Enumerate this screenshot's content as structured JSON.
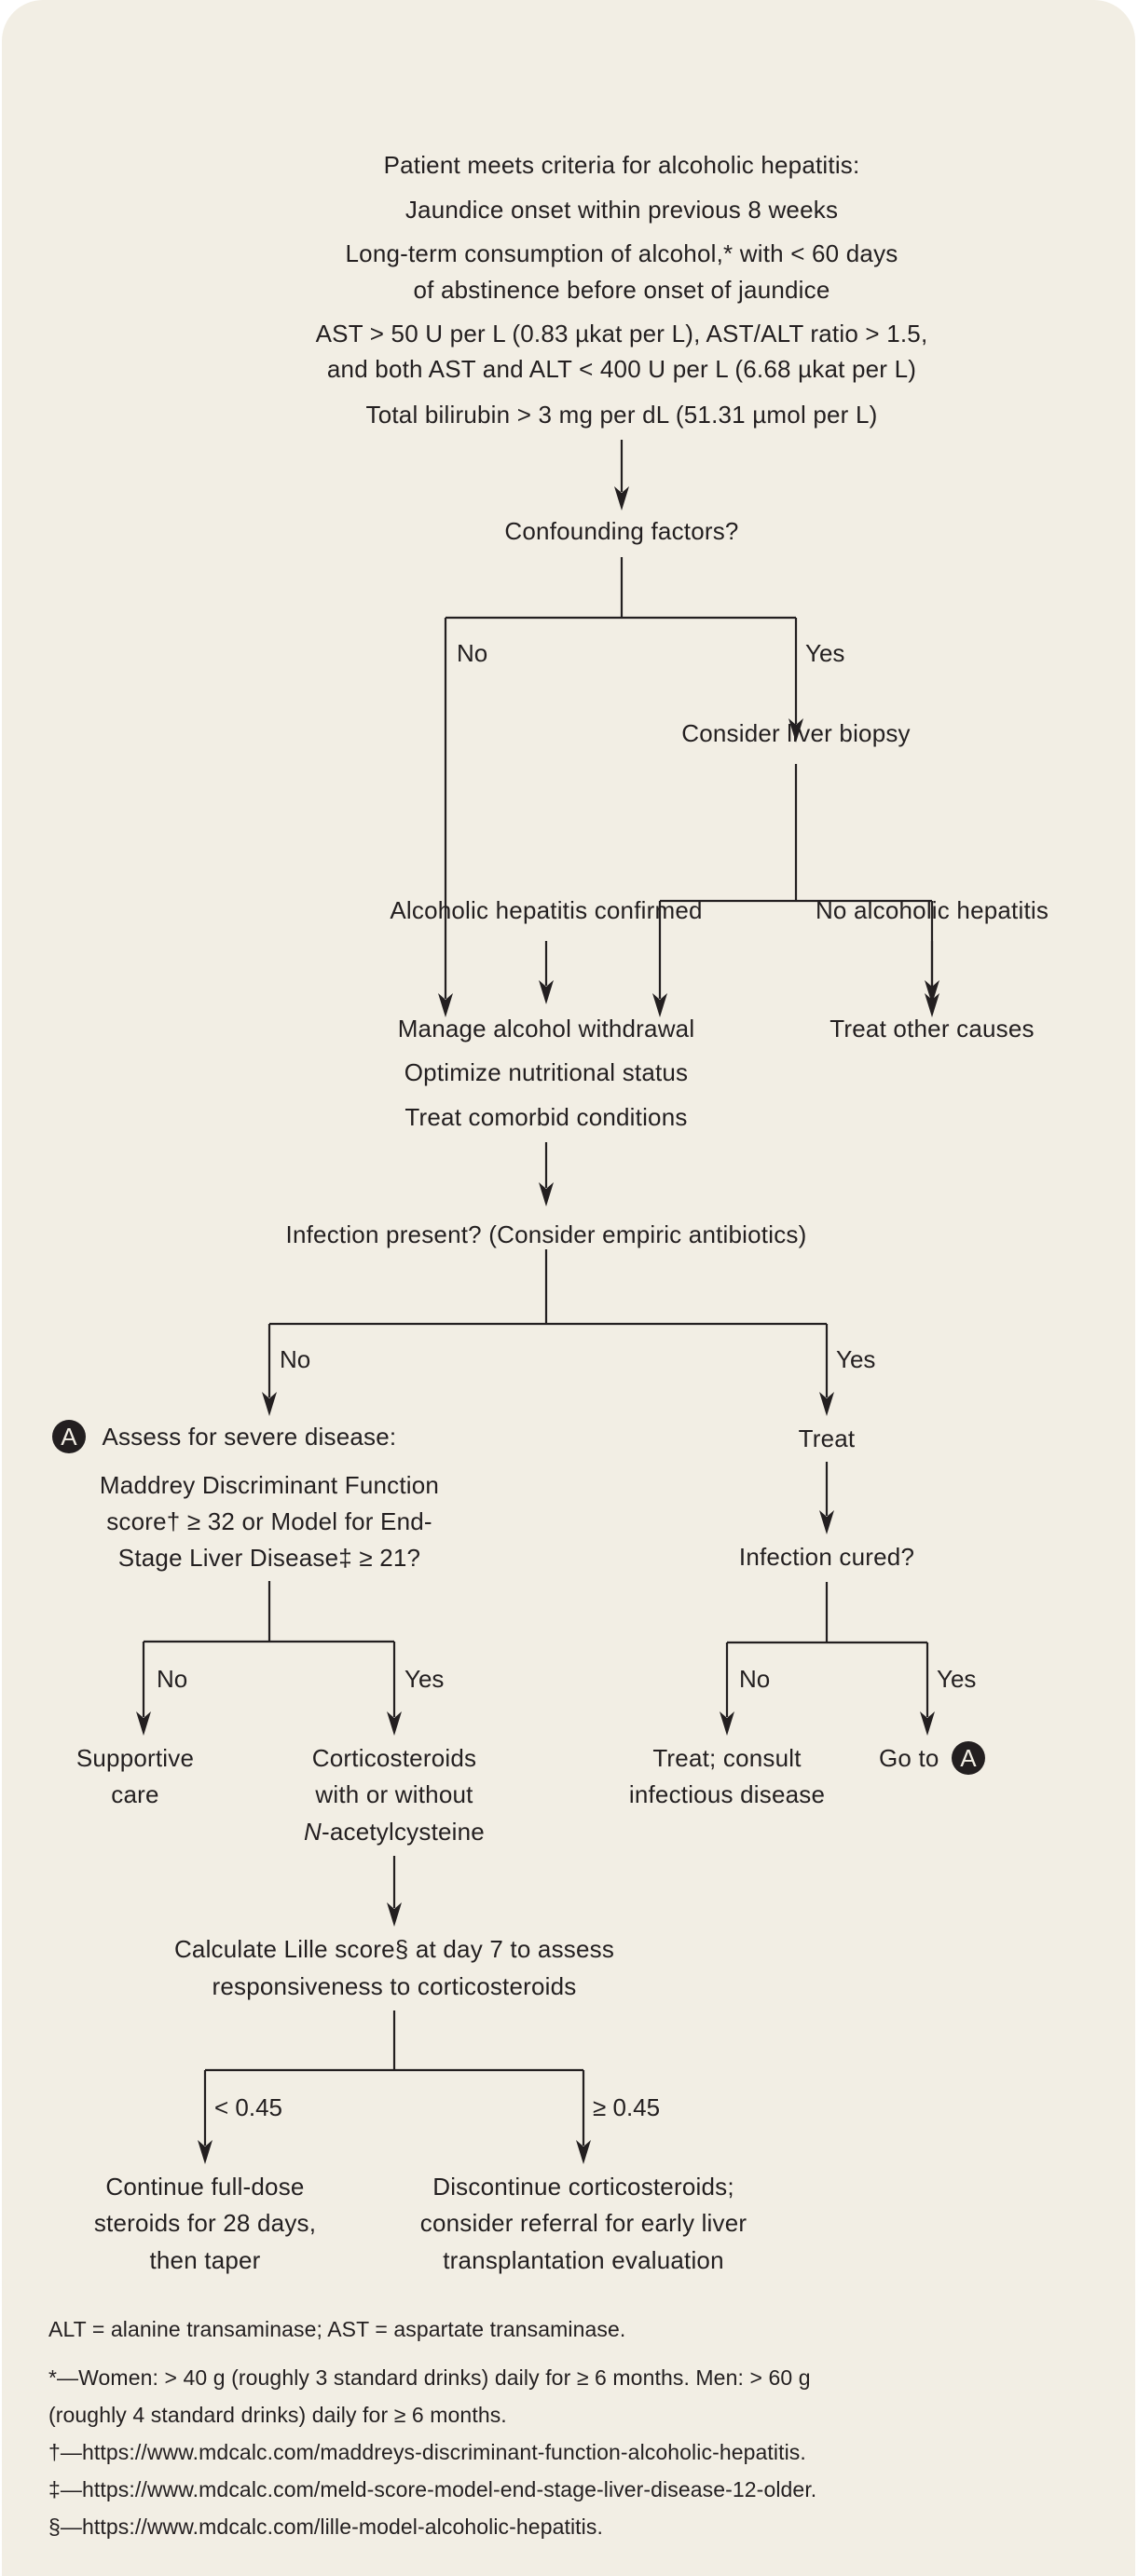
{
  "flowchart": {
    "start": {
      "title": "Patient meets criteria for alcoholic hepatitis:",
      "criteria": [
        "Jaundice onset within previous 8 weeks",
        "Long-term consumption of alcohol,* with < 60 days",
        "of abstinence before onset of jaundice",
        "AST > 50 U per L (0.83 µkat per L), AST/ALT ratio > 1.5,",
        "and both AST and ALT < 400 U per L (6.68 µkat per L)",
        "Total bilirubin > 3 mg per dL (51.31 µmol per L)"
      ]
    },
    "confounding": {
      "question": "Confounding factors?",
      "no_label": "No",
      "yes_label": "Yes"
    },
    "biopsy": "Consider liver biopsy",
    "confirmed": "Alcoholic hepatitis confirmed",
    "not_confirmed": "No alcoholic hepatitis",
    "treat_other": "Treat other causes",
    "management": [
      "Manage alcohol withdrawal",
      "Optimize nutritional status",
      "Treat comorbid conditions"
    ],
    "infection": {
      "question": "Infection present? (Consider empiric antibiotics)",
      "no_label": "No",
      "yes_label": "Yes"
    },
    "assess": {
      "badge": "A",
      "title": "Assess for severe disease:",
      "lines": [
        "Maddrey Discriminant Function",
        "score† ≥ 32 or Model for End-",
        "Stage Liver Disease‡ ≥ 21?"
      ],
      "no_label": "No",
      "yes_label": "Yes"
    },
    "supportive": [
      "Supportive",
      "care"
    ],
    "corticosteroids": {
      "lines": [
        "Corticosteroids",
        "with or without"
      ],
      "italic_prefix": "N",
      "suffix": "-acetylcysteine"
    },
    "treat": "Treat",
    "infection_cured": {
      "question": "Infection cured?",
      "no_label": "No",
      "yes_label": "Yes"
    },
    "consult": [
      "Treat; consult",
      "infectious disease"
    ],
    "goto": {
      "text": "Go to",
      "badge": "A"
    },
    "lille": {
      "lines": [
        "Calculate Lille score§ at day 7 to assess",
        "responsiveness to corticosteroids"
      ],
      "low_label": "< 0.45",
      "high_label": "≥ 0.45"
    },
    "continue": [
      "Continue full-dose",
      "steroids for 28 days,",
      "then taper"
    ],
    "discontinue": [
      "Discontinue corticosteroids;",
      "consider referral for early liver",
      "transplantation evaluation"
    ]
  },
  "footnotes": {
    "abbreviations": "ALT = alanine transaminase; AST = aspartate transaminase.",
    "notes": [
      "*—Women: > 40 g (roughly 3 standard drinks) daily for ≥ 6 months. Men: > 60 g",
      "(roughly 4 standard drinks) daily for ≥ 6 months.",
      "†—https://www.mdcalc.com/maddreys-discriminant-function-alcoholic-hepatitis.",
      "‡—https://www.mdcalc.com/meld-score-model-end-stage-liver-disease-12-older.",
      "§—https://www.mdcalc.com/lille-model-alcoholic-hepatitis."
    ]
  },
  "colors": {
    "background": "#f2eee4",
    "ink": "#231f20"
  }
}
